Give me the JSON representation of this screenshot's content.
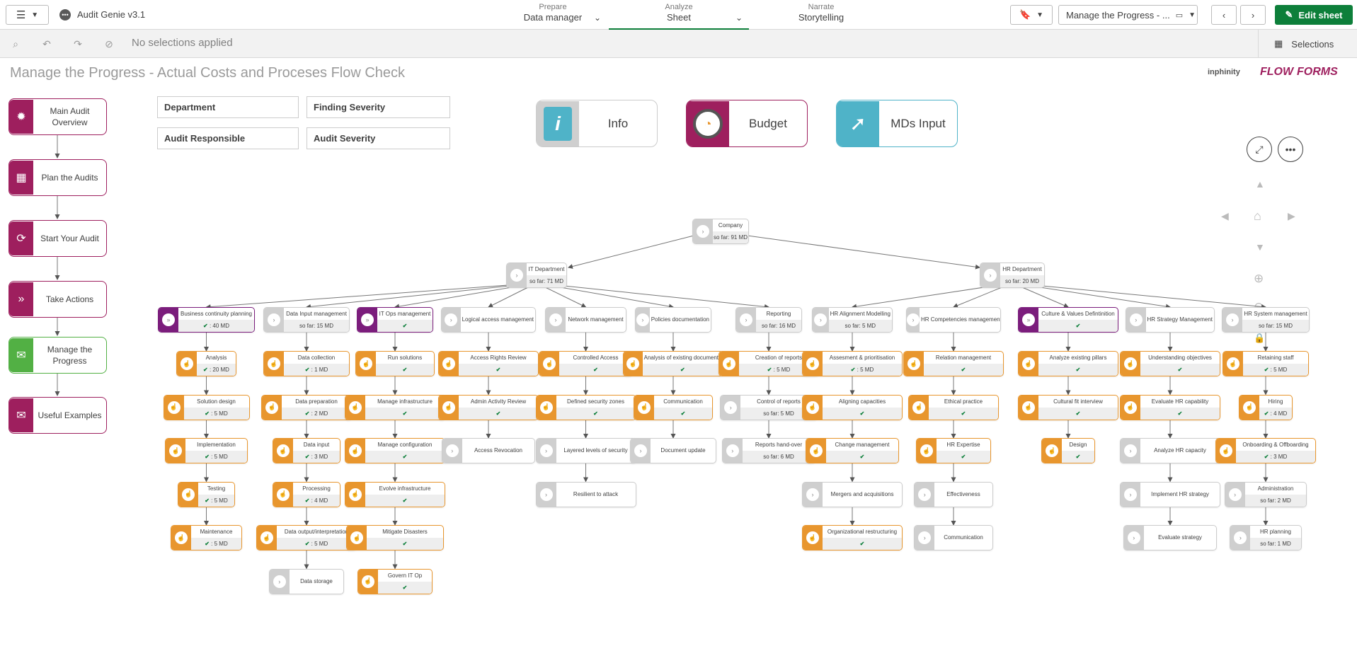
{
  "app": {
    "title": "Audit Genie v3.1"
  },
  "nav": {
    "prepare": {
      "small": "Prepare",
      "big": "Data manager"
    },
    "analyze": {
      "small": "Analyze",
      "big": "Sheet"
    },
    "narrate": {
      "small": "Narrate",
      "big": "Storytelling"
    }
  },
  "toolbar": {
    "sheet_name": "Manage the Progress - ...",
    "edit_label": "Edit sheet"
  },
  "selections": {
    "status": "No selections applied",
    "button": "Selections"
  },
  "page": {
    "title": "Manage the Progress - Actual Costs and Proceses Flow Check",
    "logo_a": "inphinity",
    "logo_b": "FLOW",
    "logo_c": "FORMS"
  },
  "leftnav": [
    {
      "label": "Main Audit Overview",
      "icon": "lightbulb-icon"
    },
    {
      "label": "Plan the Audits",
      "icon": "calendar-icon"
    },
    {
      "label": "Start Your Audit",
      "icon": "refresh-icon"
    },
    {
      "label": "Take Actions",
      "icon": "double-chevron-icon"
    },
    {
      "label": "Manage the Progress",
      "icon": "chat-icon",
      "active": true
    },
    {
      "label": "Useful Examples",
      "icon": "chat-icon"
    }
  ],
  "filters": [
    "Department",
    "Finding Severity",
    "Audit Responsible",
    "Audit Severity"
  ],
  "buttons": {
    "info": "Info",
    "budget": "Budget",
    "mds": "MDs Input"
  },
  "colors": {
    "accent_green": "#0d7f3a",
    "magenta": "#9e1f5e",
    "purple": "#7b1d7c",
    "orange": "#e8962e",
    "teal": "#4fb3c8",
    "active_green": "#52b044"
  },
  "tree": {
    "company": {
      "name": "Company",
      "sub": "so far: 91 MD"
    },
    "it": {
      "name": "IT Department",
      "sub": "so far: 71 MD"
    },
    "hr": {
      "name": "HR Department",
      "sub": "so far: 20 MD"
    },
    "cols": [
      {
        "head": {
          "name": "Business continuity planning",
          "sub": "✔ : 40 MD",
          "kind": "purple"
        },
        "items": [
          {
            "name": "Analysis",
            "sub": "✔ : 20 MD",
            "kind": "orange"
          },
          {
            "name": "Solution design",
            "sub": "✔ : 5 MD",
            "kind": "orange"
          },
          {
            "name": "Implementation",
            "sub": "✔ : 5 MD",
            "kind": "orange"
          },
          {
            "name": "Testing",
            "sub": "✔ : 5 MD",
            "kind": "orange"
          },
          {
            "name": "Maintenance",
            "sub": "✔ : 5 MD",
            "kind": "orange"
          }
        ]
      },
      {
        "head": {
          "name": "Data Input management",
          "sub": "so far: 15 MD",
          "kind": "grey"
        },
        "items": [
          {
            "name": "Data collection",
            "sub": "✔ : 1 MD",
            "kind": "orange"
          },
          {
            "name": "Data preparation",
            "sub": "✔ : 2 MD",
            "kind": "orange"
          },
          {
            "name": "Data input",
            "sub": "✔ : 3 MD",
            "kind": "orange"
          },
          {
            "name": "Processing",
            "sub": "✔ : 4 MD",
            "kind": "orange"
          },
          {
            "name": "Data output/interpretation",
            "sub": "✔ : 5 MD",
            "kind": "orange"
          },
          {
            "name": "Data storage",
            "sub": "",
            "kind": "grey"
          }
        ]
      },
      {
        "head": {
          "name": "IT Ops management",
          "sub": "✔",
          "kind": "purple"
        },
        "items": [
          {
            "name": "Run solutions",
            "sub": "✔",
            "kind": "orange"
          },
          {
            "name": "Manage infrastructure",
            "sub": "✔",
            "kind": "orange"
          },
          {
            "name": "Manage configuration",
            "sub": "✔",
            "kind": "orange"
          },
          {
            "name": "Evolve infrastructure",
            "sub": "✔",
            "kind": "orange"
          },
          {
            "name": "Mitigate Disasters",
            "sub": "✔",
            "kind": "orange"
          },
          {
            "name": "Govern IT Op",
            "sub": "✔",
            "kind": "orange"
          }
        ]
      },
      {
        "head": {
          "name": "Logical access management",
          "sub": "",
          "kind": "grey"
        },
        "items": [
          {
            "name": "Access Rights Review",
            "sub": "✔",
            "kind": "orange"
          },
          {
            "name": "Admin Activity Review",
            "sub": "✔",
            "kind": "orange"
          },
          {
            "name": "Access Revocation",
            "sub": "",
            "kind": "grey"
          }
        ]
      },
      {
        "head": {
          "name": "Network management",
          "sub": "",
          "kind": "grey"
        },
        "items": [
          {
            "name": "Controlled Access",
            "sub": "✔",
            "kind": "orange"
          },
          {
            "name": "Defined security zones",
            "sub": "✔",
            "kind": "orange"
          },
          {
            "name": "Layered levels of security",
            "sub": "",
            "kind": "grey"
          },
          {
            "name": "Resilient to attack",
            "sub": "",
            "kind": "grey"
          }
        ]
      },
      {
        "head": {
          "name": "Policies documentation",
          "sub": "",
          "kind": "grey"
        },
        "items": [
          {
            "name": "Analysis of existing documents",
            "sub": "✔",
            "kind": "orange"
          },
          {
            "name": "Communication",
            "sub": "✔",
            "kind": "orange"
          },
          {
            "name": "Document update",
            "sub": "",
            "kind": "grey"
          }
        ]
      },
      {
        "head": {
          "name": "Reporting",
          "sub": "so far: 16 MD",
          "kind": "grey"
        },
        "items": [
          {
            "name": "Creation of reports",
            "sub": "✔ : 5 MD",
            "kind": "orange"
          },
          {
            "name": "Control of reports",
            "sub": "so far: 5 MD",
            "kind": "grey"
          },
          {
            "name": "Reports hand-over",
            "sub": "so far: 6 MD",
            "kind": "grey"
          }
        ]
      },
      {
        "head": {
          "name": "HR Alignment Modelling",
          "sub": "so far: 5 MD",
          "kind": "grey"
        },
        "items": [
          {
            "name": "Assesment & prioritisation",
            "sub": "✔ : 5 MD",
            "kind": "orange"
          },
          {
            "name": "Aligning capacities",
            "sub": "✔",
            "kind": "orange"
          },
          {
            "name": "Change management",
            "sub": "✔",
            "kind": "orange"
          },
          {
            "name": "Mergers and acquisitions",
            "sub": "",
            "kind": "grey"
          },
          {
            "name": "Organizational restructuring",
            "sub": "✔",
            "kind": "orange"
          }
        ]
      },
      {
        "head": {
          "name": "HR Competencies management",
          "sub": "",
          "kind": "grey"
        },
        "items": [
          {
            "name": "Relation management",
            "sub": "✔",
            "kind": "orange"
          },
          {
            "name": "Ethical practice",
            "sub": "✔",
            "kind": "orange"
          },
          {
            "name": "HR Expertise",
            "sub": "✔",
            "kind": "orange"
          },
          {
            "name": "Effectiveness",
            "sub": "",
            "kind": "grey"
          },
          {
            "name": "Communication",
            "sub": "",
            "kind": "grey"
          }
        ]
      },
      {
        "head": {
          "name": "Culture & Values Defintinition",
          "sub": "✔",
          "kind": "purple"
        },
        "items": [
          {
            "name": "Analyze existing pillars",
            "sub": "✔",
            "kind": "orange"
          },
          {
            "name": "Cultural fit interview",
            "sub": "✔",
            "kind": "orange"
          },
          {
            "name": "Design",
            "sub": "✔",
            "kind": "orange"
          }
        ]
      },
      {
        "head": {
          "name": "HR Strategy Management",
          "sub": "",
          "kind": "grey"
        },
        "items": [
          {
            "name": "Understanding objectives",
            "sub": "✔",
            "kind": "orange"
          },
          {
            "name": "Evaluate HR capability",
            "sub": "✔",
            "kind": "orange"
          },
          {
            "name": "Analyze HR capacity",
            "sub": "",
            "kind": "grey"
          },
          {
            "name": "Implement HR strategy",
            "sub": "",
            "kind": "grey"
          },
          {
            "name": "Evaluate strategy",
            "sub": "",
            "kind": "grey"
          }
        ]
      },
      {
        "head": {
          "name": "HR System management",
          "sub": "so far: 15 MD",
          "kind": "grey"
        },
        "items": [
          {
            "name": "Retaining staff",
            "sub": "✔ : 5 MD",
            "kind": "orange"
          },
          {
            "name": "Hiring",
            "sub": "✔ : 4 MD",
            "kind": "orange"
          },
          {
            "name": "Onboarding & Offboarding",
            "sub": "✔ : 3 MD",
            "kind": "orange"
          },
          {
            "name": "Administration",
            "sub": "so far: 2 MD",
            "kind": "grey"
          },
          {
            "name": "HR planning",
            "sub": "so far: 1 MD",
            "kind": "grey"
          }
        ]
      }
    ]
  }
}
